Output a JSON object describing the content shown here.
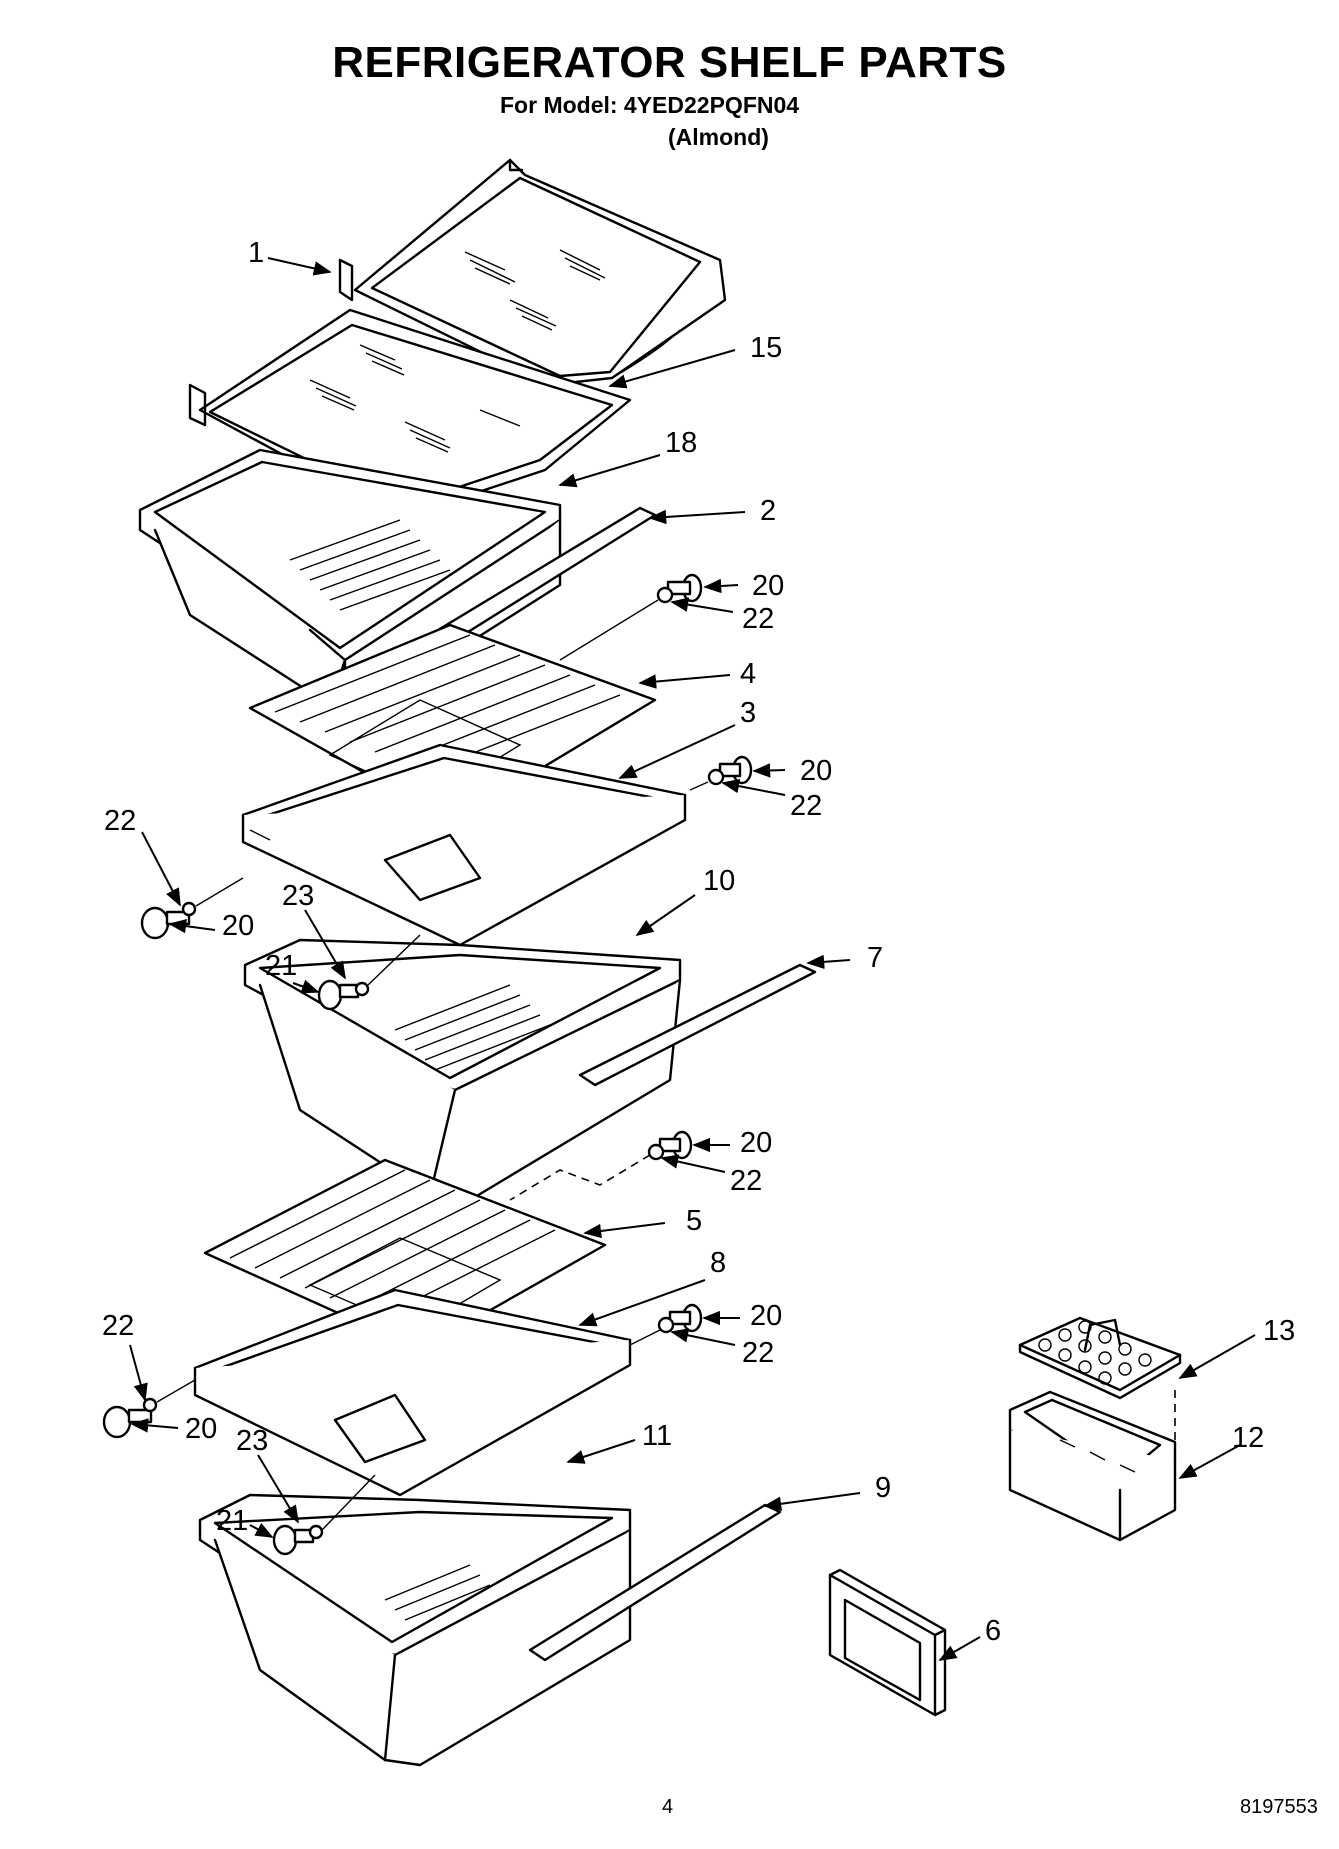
{
  "title": "REFRIGERATOR SHELF PARTS",
  "model_line": "For Model: 4YED22PQFN04",
  "color_line": "(Almond)",
  "page_number": "4",
  "doc_number": "8197553",
  "callouts": {
    "c1": "1",
    "c15": "15",
    "c18": "18",
    "c2": "2",
    "c20a": "20",
    "c22a": "22",
    "c4": "4",
    "c3": "3",
    "c20b": "20",
    "c22b": "22",
    "c22c": "22",
    "c20c": "20",
    "c23a": "23",
    "c21a": "21",
    "c10": "10",
    "c7": "7",
    "c20d": "20",
    "c22d": "22",
    "c5": "5",
    "c8": "8",
    "c20e": "20",
    "c22e": "22",
    "c22f": "22",
    "c20f": "20",
    "c23b": "23",
    "c21b": "21",
    "c11": "11",
    "c9": "9",
    "c13": "13",
    "c12": "12",
    "c6": "6"
  }
}
